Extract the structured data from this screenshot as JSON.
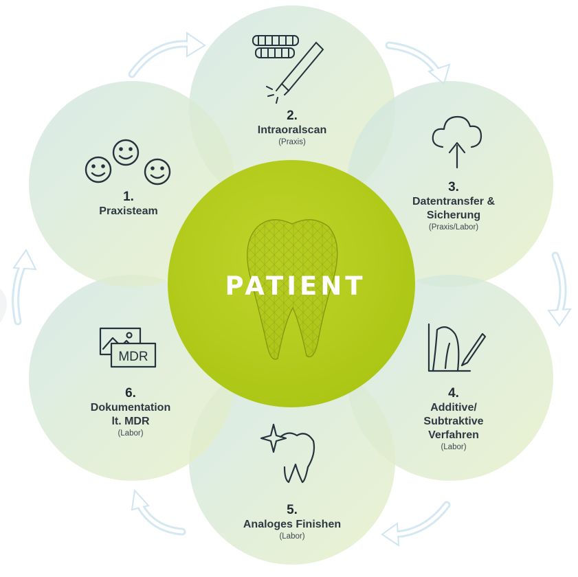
{
  "center": {
    "label": "PATIENT"
  },
  "steps": [
    {
      "number": "1.",
      "title": "Praxisteam",
      "sub": "",
      "icon": "smileys-icon"
    },
    {
      "number": "2.",
      "title": "Intraoralscan",
      "sub": "(Praxis)",
      "icon": "intraoral-scanner-icon"
    },
    {
      "number": "3.",
      "title": "Datentransfer & Sicherung",
      "title_lines": [
        "Datentransfer &",
        "Sicherung"
      ],
      "sub": "(Praxis/Labor)",
      "icon": "cloud-upload-icon"
    },
    {
      "number": "4.",
      "title": "Additive/ Subtraktive Verfahren",
      "title_lines": [
        "Additive/",
        "Subtraktive",
        "Verfahren"
      ],
      "sub": "(Labor)",
      "icon": "tooth-milling-icon"
    },
    {
      "number": "5.",
      "title": "Analoges Finishen",
      "sub": "(Labor)",
      "icon": "sparkling-tooth-icon"
    },
    {
      "number": "6.",
      "title": "Dokumentation lt. MDR",
      "title_lines": [
        "Dokumentation",
        "lt. MDR"
      ],
      "sub": "(Labor)",
      "icon": "mdr-document-icon",
      "icon_text": "MDR"
    }
  ],
  "colors": {
    "center": "#b6cf1a",
    "circle_teal": "#cfe6e4",
    "circle_lime": "#e7efc7",
    "arrow": "#d3e8f3",
    "line": "#23323c"
  }
}
